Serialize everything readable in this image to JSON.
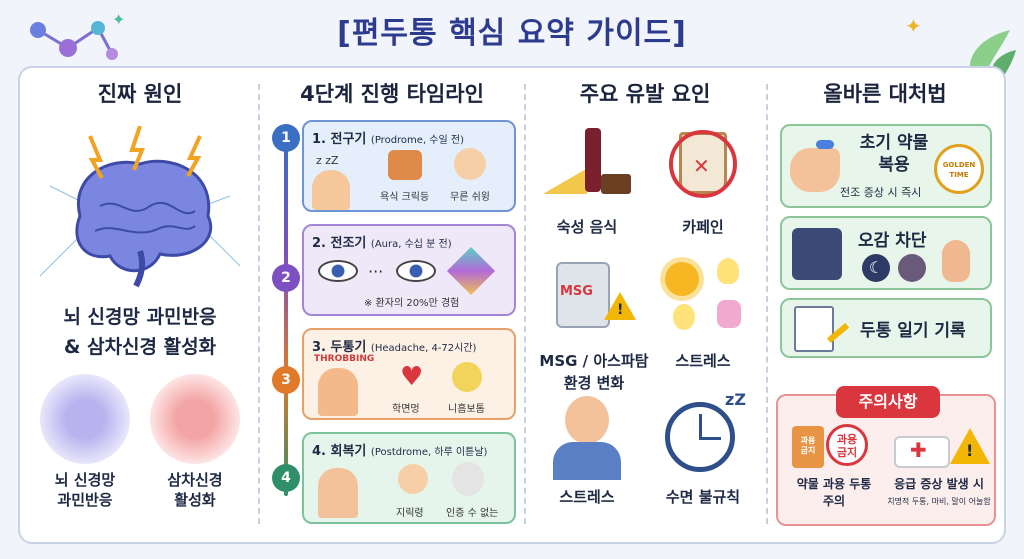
{
  "title": "[편두통 핵심 요약 가이드]",
  "col1": {
    "heading": "진짜 원인",
    "main_line1": "뇌 신경망 과민반응",
    "main_line2": "& 삼차신경 활성화",
    "left_label_1": "뇌 신경망",
    "left_label_2": "과민반응",
    "right_label_1": "삼차신경",
    "right_label_2": "활성화"
  },
  "col2": {
    "heading": "4단계 진행 타임라인",
    "stages": [
      {
        "num": "1",
        "title": "1. 전구기",
        "sub": "(Prodrome, 수일 전)",
        "labels": [
          "z zZ",
          "욕식 크릭등",
          "무른 쉬윙"
        ]
      },
      {
        "num": "2",
        "title": "2. 전조기",
        "sub": "(Aura, 수십 분 전)",
        "labels": [
          "※ 환자의 20%만 경험"
        ]
      },
      {
        "num": "3",
        "title": "3. 두통기",
        "sub": "(Headache, 4-72시간)",
        "labels": [
          "THROBBING",
          "학면멍",
          "니흠보톰"
        ]
      },
      {
        "num": "4",
        "title": "4. 회복기",
        "sub": "(Postdrome, 하루 이튿날)",
        "labels": [
          "지릭령",
          "인증 수 없는"
        ]
      }
    ]
  },
  "col3": {
    "heading": "주요 유발 요인",
    "items": [
      {
        "label": "숙성 음식"
      },
      {
        "label": "카페인"
      },
      {
        "label": "MSG / 아스파탐",
        "label2": "환경 변화",
        "badge": "MSG"
      },
      {
        "label": "스트레스"
      },
      {
        "label": "스트레스"
      },
      {
        "label": "수면 불규칙"
      }
    ]
  },
  "col4": {
    "heading": "올바른 대처법",
    "card1_line1": "초기 약물",
    "card1_line2": "복용",
    "card1_sub": "전조 증상 시 즉시",
    "golden1": "GOLDEN",
    "golden2": "TIME",
    "card2": "오감 차단",
    "card3": "두통 일기 기록",
    "warn_head": "주의사항",
    "warn_badge1": "과용",
    "warn_badge2": "금지",
    "pill_label1": "과용",
    "pill_label2": "금지",
    "warn_left1": "약물 과용 두통",
    "warn_left2": "주의",
    "warn_right1": "응급 증상 발생 시",
    "warn_right2": "치명적 두통, 마비, 말이 어눌함"
  },
  "colors": {
    "title": "#2d3b8f",
    "stage1": "#3b6fc4",
    "stage2": "#7d4fc0",
    "stage3": "#e07a2a",
    "stage4": "#2e8f6a",
    "warn": "#d9363e"
  }
}
